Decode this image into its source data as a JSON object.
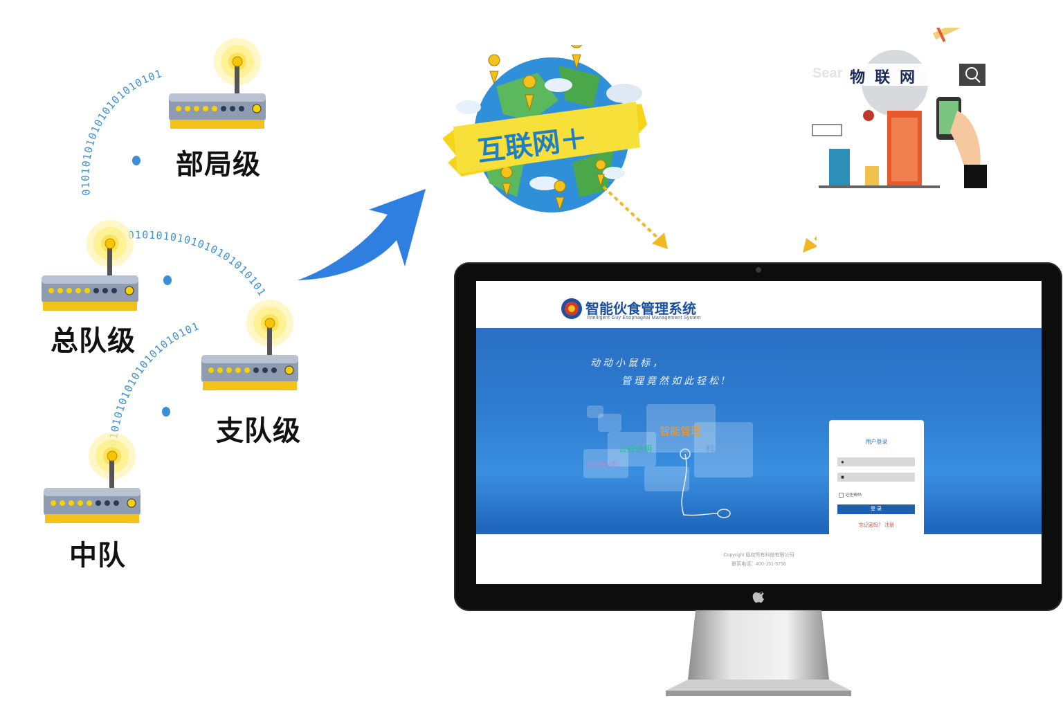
{
  "levels": {
    "level1": "部局级",
    "level2": "总队级",
    "level3": "支队级",
    "level4": "中队"
  },
  "binary_stream": "0101010101010101010101",
  "internet_plus": {
    "label": "互联网＋",
    "colors": {
      "ribbon": "#f5d51a",
      "text": "#1f7fc4",
      "ocean": "#2f8fd8",
      "land": "#5cb85c"
    }
  },
  "iot": {
    "title": "物联网",
    "search_ghost": "Sear",
    "search_icon": "search-icon"
  },
  "arrow_color": "#2f7fe0",
  "dashed_arrow_color": "#f2b824",
  "monitor": {
    "brand_icon": "apple-logo-icon",
    "login_page": {
      "system_title": "智能伙食管理系统",
      "system_subtitle": "Intelligent Guy Esophageal Management System",
      "slogan_line1": "动动小鼠标，",
      "slogan_line2": "管理竟然如此轻松!",
      "tiles": [
        "智能管理",
        "公开透明",
        "科学配餐",
        "科目再分配"
      ],
      "login_title": "用户登录",
      "username_icon": "user-icon",
      "password_icon": "lock-icon",
      "remember_label": "记住密码",
      "login_button": "登 录",
      "links": "忘记密码？ 注册",
      "footer_line1": "Copyright 版权所有科技有限公司",
      "footer_line2": "联系电话：400-151-5756"
    }
  }
}
